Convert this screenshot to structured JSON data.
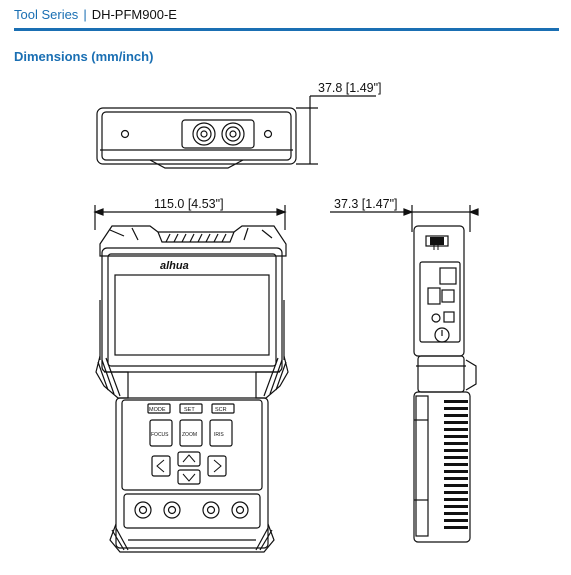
{
  "header": {
    "series": "Tool Series",
    "separator": "|",
    "model": "DH-PFM900-E"
  },
  "section": {
    "title": "Dimensions (mm/inch)"
  },
  "dimensions": {
    "top_height": "37.8 [1.49\"]",
    "front_width": "115.0 [4.53\"]",
    "side_depth": "37.3 [1.47\"]"
  },
  "device": {
    "brand": "alhua",
    "keys": {
      "mode": "MODE",
      "set": "SET",
      "scr": "SCR",
      "focus": "FOCUS",
      "zoom": "ZOOM",
      "iris": "IRIS"
    }
  }
}
